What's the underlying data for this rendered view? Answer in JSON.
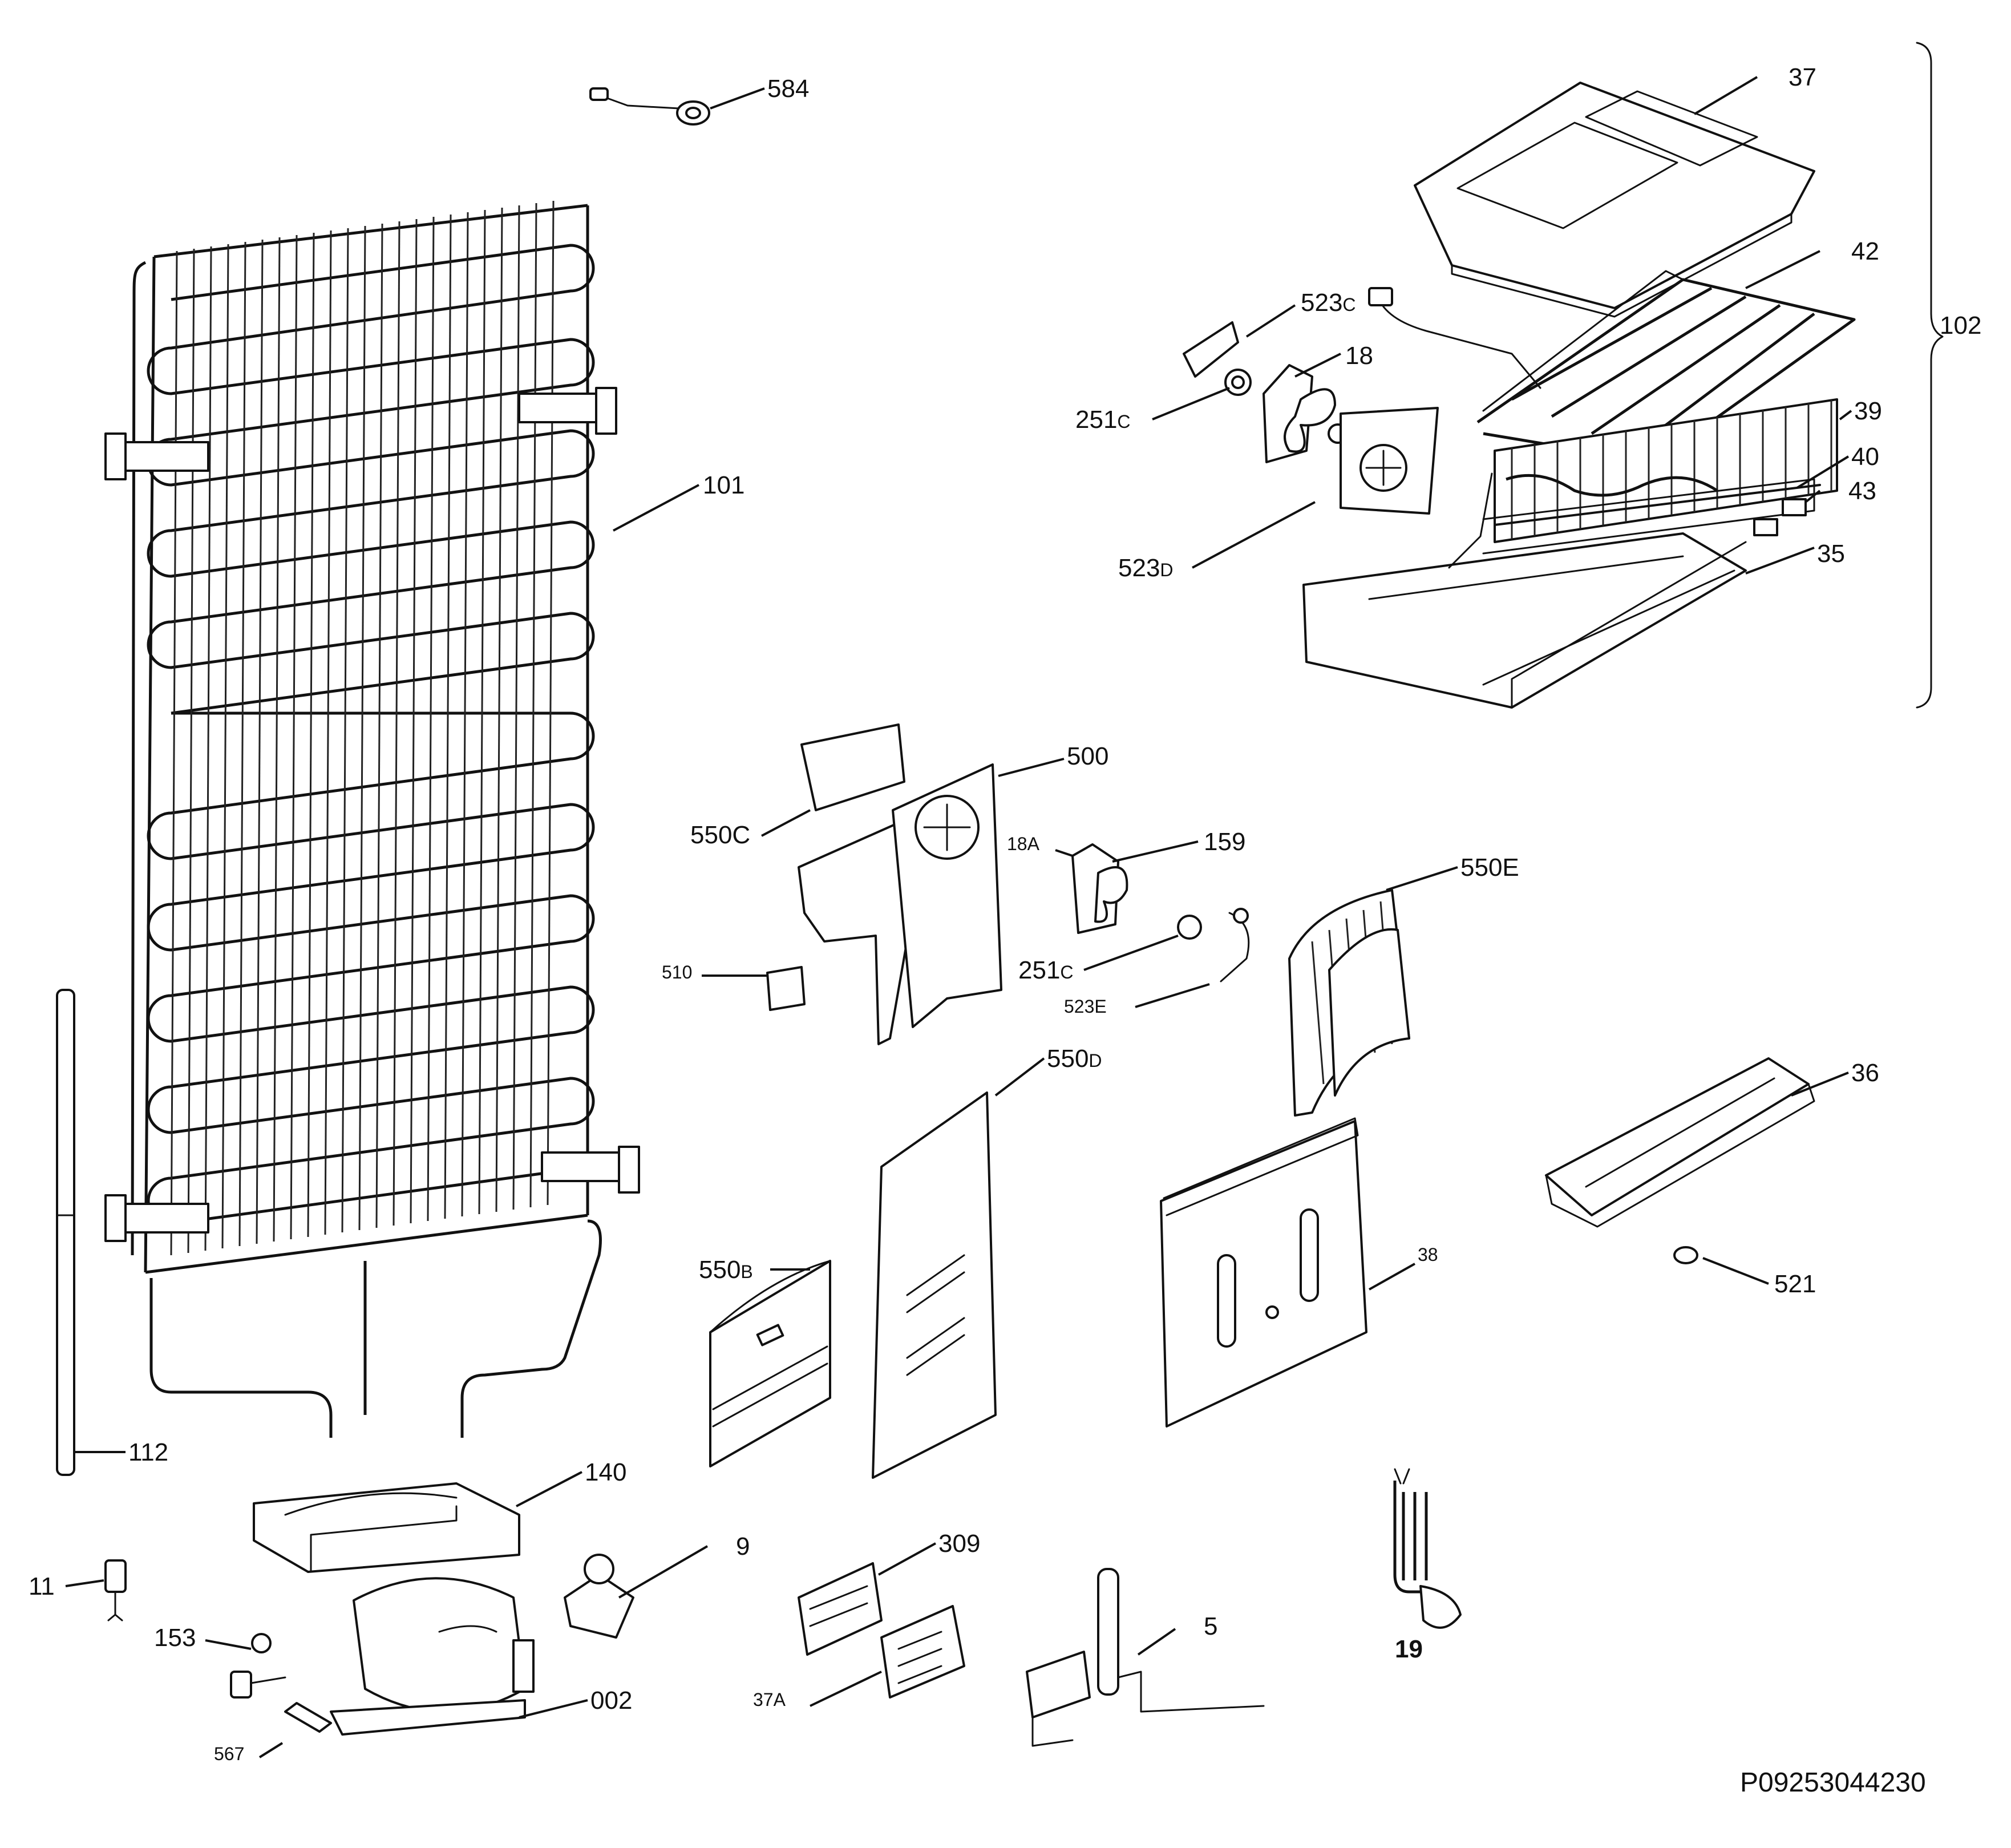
{
  "diagram": {
    "reference_code": "P09253044230",
    "colors": {
      "ink": "#111111",
      "background": "#ffffff"
    },
    "labels": {
      "p584": "584",
      "p37": "37",
      "p42": "42",
      "p523c": "523",
      "p523c_suffix": "C",
      "p18": "18",
      "p251c_top": "251",
      "p251c_top_suffix": "C",
      "p39": "39",
      "p102": "102",
      "p40": "40",
      "p43": "43",
      "p35": "35",
      "p523d": "523",
      "p523d_suffix": "D",
      "p101": "101",
      "p500": "500",
      "p550c": "550C",
      "p18a": "18A",
      "p159": "159",
      "p550e": "550E",
      "p251c_mid": "251",
      "p251c_mid_suffix": "C",
      "p510": "510",
      "p523e": "523",
      "p523e_suffix": "E",
      "p550d": "550",
      "p550d_suffix": "D",
      "p36": "36",
      "p38": "38",
      "p550b": "550",
      "p550b_suffix": "B",
      "p521": "521",
      "p112": "112",
      "p140": "140",
      "p9": "9",
      "p309": "309",
      "p11": "11",
      "p153": "153",
      "p5": "5",
      "p37a": "37",
      "p37a_suffix": "A",
      "p19": "19",
      "p002": "002",
      "p567": "567"
    }
  }
}
